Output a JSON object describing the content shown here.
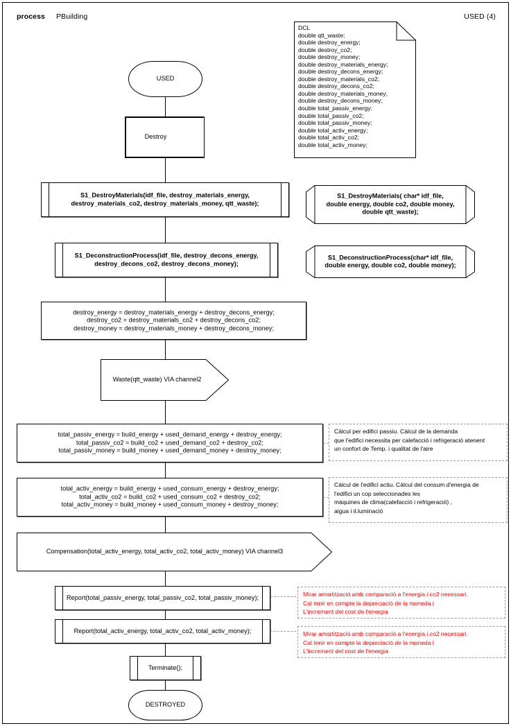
{
  "header": {
    "keyword": "process",
    "process_name": "PBuilding",
    "state_label": "USED (4)"
  },
  "note": {
    "title": "DCL",
    "lines": "DCL\ndouble qtt_waste;\ndouble destroy_energy;\ndouble destroy_co2;\ndouble destroy_money;\ndouble destroy_materials_energy;\ndouble destroy_decons_energy;\ndouble destroy_materials_co2;\ndouble destroy_decons_co2;\ndouble destroy_materials_money;\ndouble destroy_decons_money;\ndouble total_passiv_energy;\ndouble total_passiv_co2;\ndouble total_passiv_money;\ndouble total_activ_energy;\ndouble total_activ_co2;\ndouble total_activ_money;"
  },
  "nodes": {
    "start_state": "USED",
    "receive_signal": "Destroy",
    "call_destroy_materials": "S1_DestroyMaterials(idf_file, destroy_materials_energy,\ndestroy_materials_co2, destroy_materials_money, qtt_waste);",
    "proc_destroy_materials": "S1_DestroyMaterials( char* idf_file,\ndouble energy, double co2, double money,\ndouble qtt_waste);",
    "call_deconstruction": "S1_DeconstructionProcess(idf_file, destroy_decons_energy,\ndestroy_decons_co2, destroy_decons_money);",
    "proc_deconstruction": "S1_DeconstructionProcess(char* idf_file,\ndouble energy, double co2, double money);",
    "task_destroy_totals": "destroy_energy = destroy_materials_energy + destroy_decons_energy;\ndestroy_co2 = destroy_materials_co2 + destroy_decons_co2;\ndestroy_money = destroy_materials_money + destroy_decons_money;",
    "send_waste": "Waste(qtt_waste) VIA channel2",
    "task_total_passiv": "total_passiv_energy = build_energy + used_demand_energy + destroy_energy;\ntotal_passiv_co2 = build_co2 + used_demand_co2 + destroy_co2;\ntotal_passiv_money =  build_money + used_demand_money + destroy_money;",
    "task_total_activ": "total_activ_energy = build_energy + used_consum_energy + destroy_energy;\ntotal_activ_co2 =  build_co2 + used_consum_co2 + destroy_co2;\ntotal_activ_money = build_money + used_consum_money + destroy_money;",
    "send_compensation": "Compensation(total_activ_energy, total_activ_co2, total_activ_money) VIA channel3",
    "call_report_passiv": "Report(total_passiv_energy, total_passiv_co2, total_passiv_money);",
    "call_report_activ": "Report(total_activ_energy, total_activ_co2, total_activ_money);",
    "call_terminate": "Terminate();",
    "end_state": "DESTROYED"
  },
  "comments": {
    "passiv": "Càlcul per edifici passiu. Càlcul de la demanda\nque l'edifici necessita per calefacció i refrigeració atenent\nun confort de Temp.  i qualitat de l'aire",
    "activ": "Càlcul de l'edifici actiu. Càlcul del consum d'energia de\nl'edifici un cop seleccionades les\nmàquines de clima(calefacció i refrigeració) ,\naigua i il.luminació",
    "report_passiv": "Mirar amortització amb comparació a l'energia i co2 necessari.\nCal tenir en compte la depreciació de la moneda i\nL'increment del cost de l'energia",
    "report_activ": "Mirar amortització amb comparació a l'energia i co2 necessari.\nCal tenir en compte la depreciació de la moneda i\nL'increment del cost de l'energia"
  },
  "colors": {
    "stroke": "#000000",
    "shadow": "#808080",
    "comment_border": "#9a9a9a",
    "comment_red": "#ff0000",
    "background": "#ffffff"
  }
}
